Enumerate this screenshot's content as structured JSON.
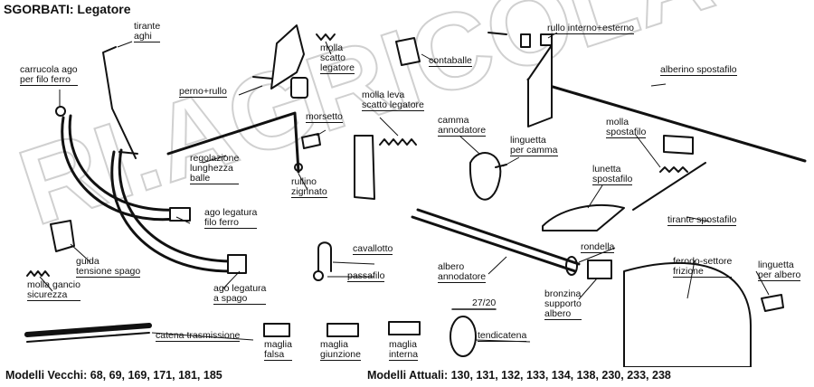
{
  "title": "SGORBATI: Legatore",
  "watermark": "RI.AGRICOLA RICAMBI",
  "labels": {
    "tirante_aghi": [
      "tirante",
      "aghi"
    ],
    "carrucola": [
      "carrucola ago",
      "per filo ferro"
    ],
    "perno_rullo": [
      "perno+rullo"
    ],
    "molla_scatto": [
      "molla",
      "scatto",
      "legatore"
    ],
    "contaballe": [
      "contaballe"
    ],
    "rullo": [
      "rullo interno+esterno"
    ],
    "alberino": [
      "alberino spostafilo"
    ],
    "molla_leva": [
      "molla leva",
      "scatto legatore"
    ],
    "morsetto": [
      "morsetto"
    ],
    "camma": [
      "camma",
      "annodatore"
    ],
    "linguetta_camma": [
      "linguetta",
      "per camma"
    ],
    "molla_spostafilo": [
      "molla",
      "spostafilo"
    ],
    "regolazione": [
      "regolazione",
      "lunghezza",
      "balle"
    ],
    "rullino": [
      "rullino",
      "zigrinato"
    ],
    "lunetta": [
      "lunetta",
      "spostafilo"
    ],
    "ago_filo": [
      "ago legatura",
      "filo ferro"
    ],
    "tirante_spostafilo": [
      "tirante spostafilo"
    ],
    "cavallotto": [
      "cavallotto"
    ],
    "rondella": [
      "rondella"
    ],
    "guida": [
      "guida",
      "tensione spago"
    ],
    "ferodo": [
      "ferodo-settore",
      "frizione"
    ],
    "linguetta_albero": [
      "linguetta",
      "per albero"
    ],
    "passafilo": [
      "passafilo"
    ],
    "albero": [
      "albero",
      "annodatore"
    ],
    "molla_gancio": [
      "molla gancio",
      "sicurezza"
    ],
    "ago_spago": [
      "ago legatura",
      "a spago"
    ],
    "bronzina": [
      "bronzina",
      "supporto",
      "albero"
    ],
    "catena": [
      "catena trasmissione"
    ],
    "tendicatena": [
      "tendicatena"
    ],
    "maglia_falsa": [
      "maglia",
      "falsa"
    ],
    "maglia_giunzione": [
      "maglia",
      "giunzione"
    ],
    "maglia_interna": [
      "maglia",
      "interna"
    ]
  },
  "ratio": "27/20",
  "models_old": "Modelli Vecchi: 68, 69, 169, 171, 181, 185",
  "models_new": "Modelli Attuali: 130, 131, 132, 133, 134, 138, 230, 233, 238"
}
